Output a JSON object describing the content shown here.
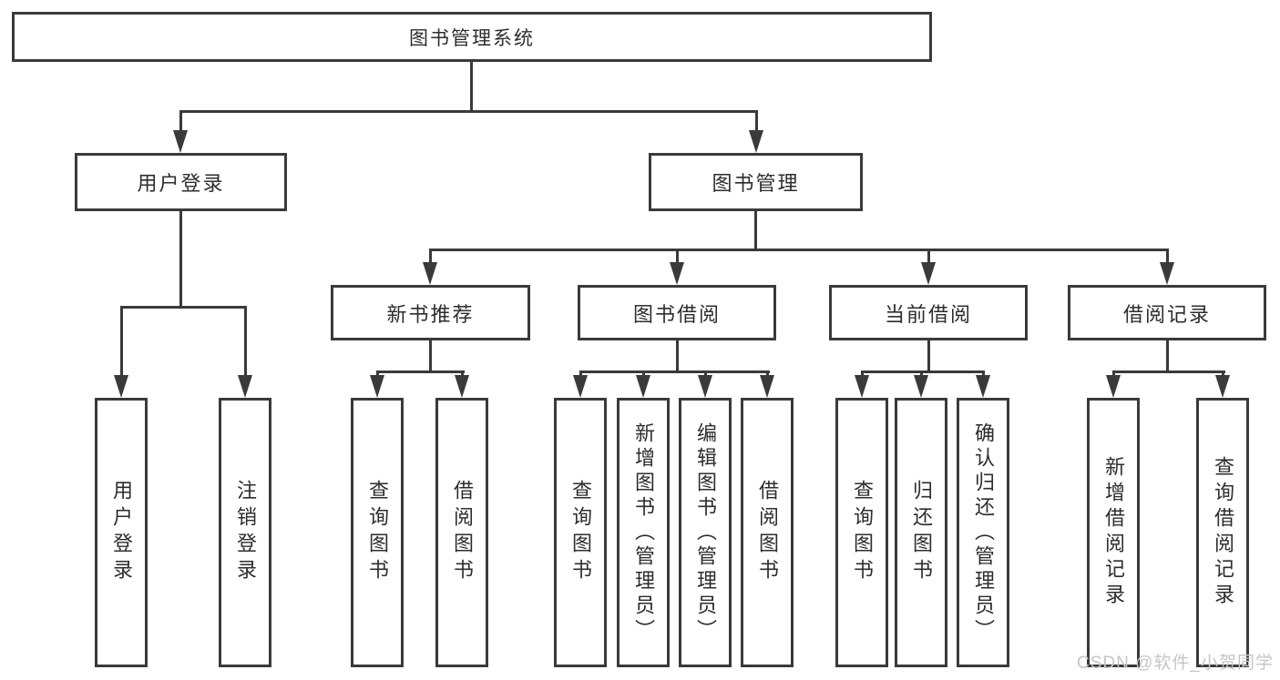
{
  "diagram": {
    "root": {
      "label": "图书管理系统",
      "children": [
        {
          "label": "用户登录",
          "children": [
            {
              "label": "用户登录"
            },
            {
              "label": "注销登录"
            }
          ]
        },
        {
          "label": "图书管理",
          "children": [
            {
              "label": "新书推荐",
              "children": [
                {
                  "label": "查询图书"
                },
                {
                  "label": "借阅图书"
                }
              ]
            },
            {
              "label": "图书借阅",
              "children": [
                {
                  "label": "查询图书"
                },
                {
                  "label": "新增图书（管理员）"
                },
                {
                  "label": "编辑图书（管理员）"
                },
                {
                  "label": "借阅图书"
                }
              ]
            },
            {
              "label": "当前借阅",
              "children": [
                {
                  "label": "查询图书"
                },
                {
                  "label": "归还图书"
                },
                {
                  "label": "确认归还（管理员）"
                }
              ]
            },
            {
              "label": "借阅记录",
              "children": [
                {
                  "label": "新增借阅记录"
                },
                {
                  "label": "查询借阅记录"
                }
              ]
            }
          ]
        }
      ]
    }
  },
  "watermark": "CSDN @软件_小贺同学",
  "colors": {
    "line": "#3a3a3a",
    "text": "#2d2d2d",
    "watermark": "#c6c6c6",
    "background": "#ffffff"
  }
}
